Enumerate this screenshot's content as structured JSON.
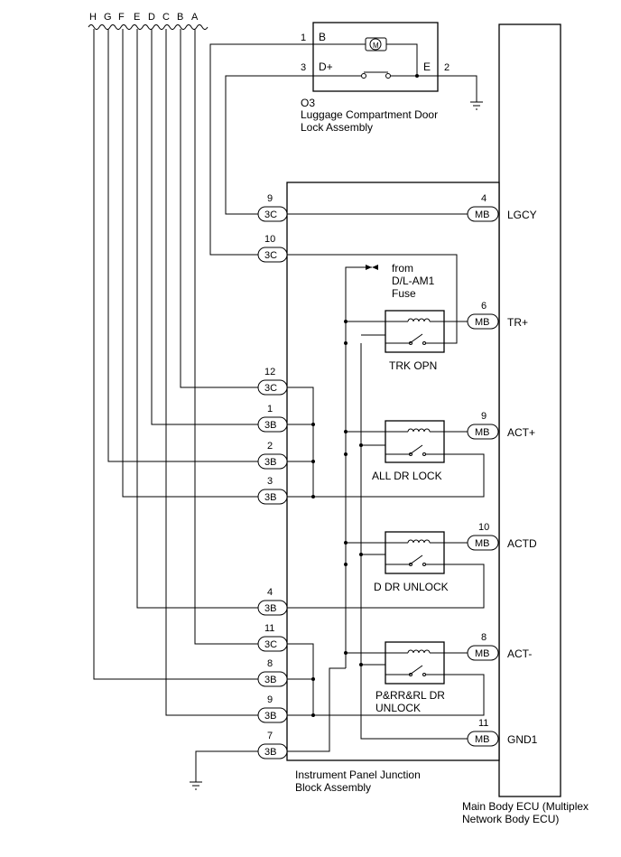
{
  "harness_letters": [
    "H",
    "G",
    "F",
    "E",
    "D",
    "C",
    "B",
    "A"
  ],
  "lock_assembly": {
    "id": "O3",
    "name_line1": "Luggage Compartment Door",
    "name_line2": "Lock Assembly",
    "pin1_num": "1",
    "pin1_label": "B",
    "pin3_num": "3",
    "pin3_label": "D+",
    "pin2_num": "2",
    "pin2_label": "E",
    "motor_label": "M"
  },
  "junction_block": {
    "name_line1": "Instrument Panel Junction",
    "name_line2": "Block Assembly",
    "left_connectors": [
      {
        "pin": "9",
        "conn": "3C"
      },
      {
        "pin": "10",
        "conn": "3C"
      },
      {
        "pin": "12",
        "conn": "3C"
      },
      {
        "pin": "1",
        "conn": "3B"
      },
      {
        "pin": "2",
        "conn": "3B"
      },
      {
        "pin": "3",
        "conn": "3B"
      },
      {
        "pin": "4",
        "conn": "3B"
      },
      {
        "pin": "11",
        "conn": "3C"
      },
      {
        "pin": "8",
        "conn": "3B"
      },
      {
        "pin": "9",
        "conn": "3B"
      },
      {
        "pin": "7",
        "conn": "3B"
      }
    ],
    "right_connectors": [
      {
        "pin": "4",
        "conn": "MB",
        "signal": "LGCY"
      },
      {
        "pin": "6",
        "conn": "MB",
        "signal": "TR+"
      },
      {
        "pin": "9",
        "conn": "MB",
        "signal": "ACT+"
      },
      {
        "pin": "10",
        "conn": "MB",
        "signal": "ACTD"
      },
      {
        "pin": "8",
        "conn": "MB",
        "signal": "ACT-"
      },
      {
        "pin": "11",
        "conn": "MB",
        "signal": "GND1"
      }
    ],
    "fuse_note": [
      "from",
      "D/L-AM1",
      "Fuse"
    ],
    "relays": [
      "TRK OPN",
      "ALL DR LOCK",
      "D DR UNLOCK",
      "P&RR&RL DR",
      "UNLOCK"
    ]
  },
  "ecu": {
    "name_line1": "Main Body ECU (Multiplex",
    "name_line2": "Network Body ECU)"
  }
}
